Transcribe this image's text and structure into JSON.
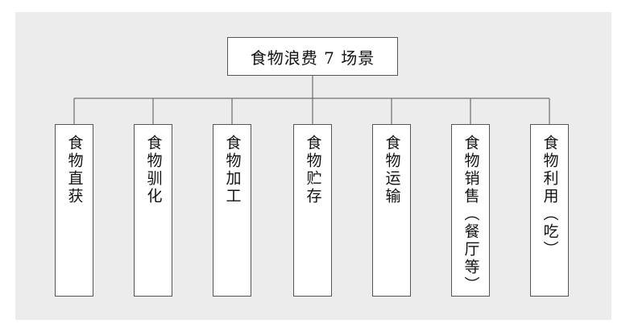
{
  "diagram": {
    "root": {
      "label": "食物浪费 7 场景"
    },
    "children": [
      {
        "label": "食物直获"
      },
      {
        "label": "食物驯化"
      },
      {
        "label": "食物加工"
      },
      {
        "label": "食物贮存"
      },
      {
        "label": "食物运输"
      },
      {
        "label": "食物销售（餐厅等）"
      },
      {
        "label": "食物利用（吃）"
      }
    ]
  },
  "colors": {
    "background": "#ececec",
    "box_fill": "#ffffff",
    "line": "#555555"
  }
}
